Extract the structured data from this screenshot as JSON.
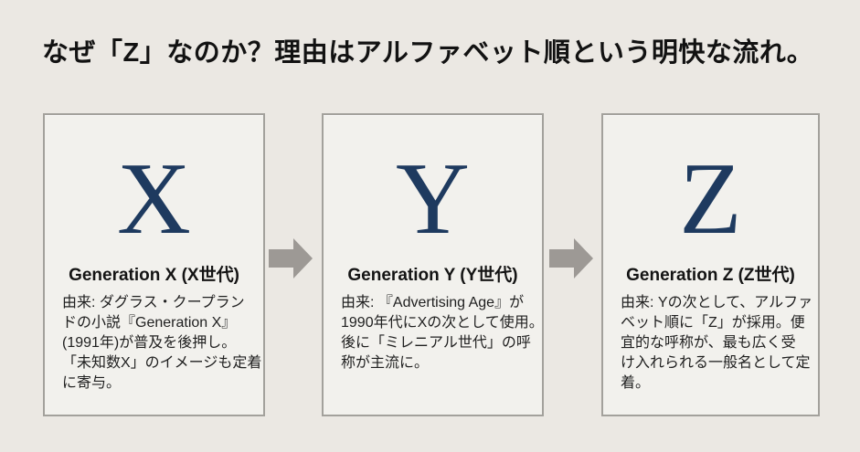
{
  "title": "なぜ「Z」なのか？理由はアルファベット順という明快な流れ。",
  "cards": [
    {
      "letter": "X",
      "heading": "Generation X (X世代)",
      "body": "由来: ダグラス・クープラン\nドの小説『Generation X』\n(1991年)が普及を後押し。\n「未知数X」のイメージも定着\nに寄与。"
    },
    {
      "letter": "Y",
      "heading": "Generation Y (Y世代)",
      "body": "由来: 『Advertising Age』が\n1990年代にXの次として使用。\n後に「ミレニアル世代」の呼\n称が主流に。"
    },
    {
      "letter": "Z",
      "heading": "Generation Z (Z世代)",
      "body": "由来: Yの次として、アルファ\nベット順に「Z」が採用。便\n宜的な呼称が、最も広く受\nけ入れられる一般名として定\n着。"
    }
  ],
  "icons": {
    "arrow_1": "block-arrow-right",
    "arrow_2": "block-arrow-right"
  },
  "colors": {
    "background": "#ebe8e3",
    "card_bg": "#f2f1ed",
    "card_border": "#a3a19c",
    "arrow": "#9d9995",
    "letter": "#1e3a5f",
    "title_text": "#121212",
    "heading_text": "#141414",
    "body_text": "#1f1f1f"
  }
}
